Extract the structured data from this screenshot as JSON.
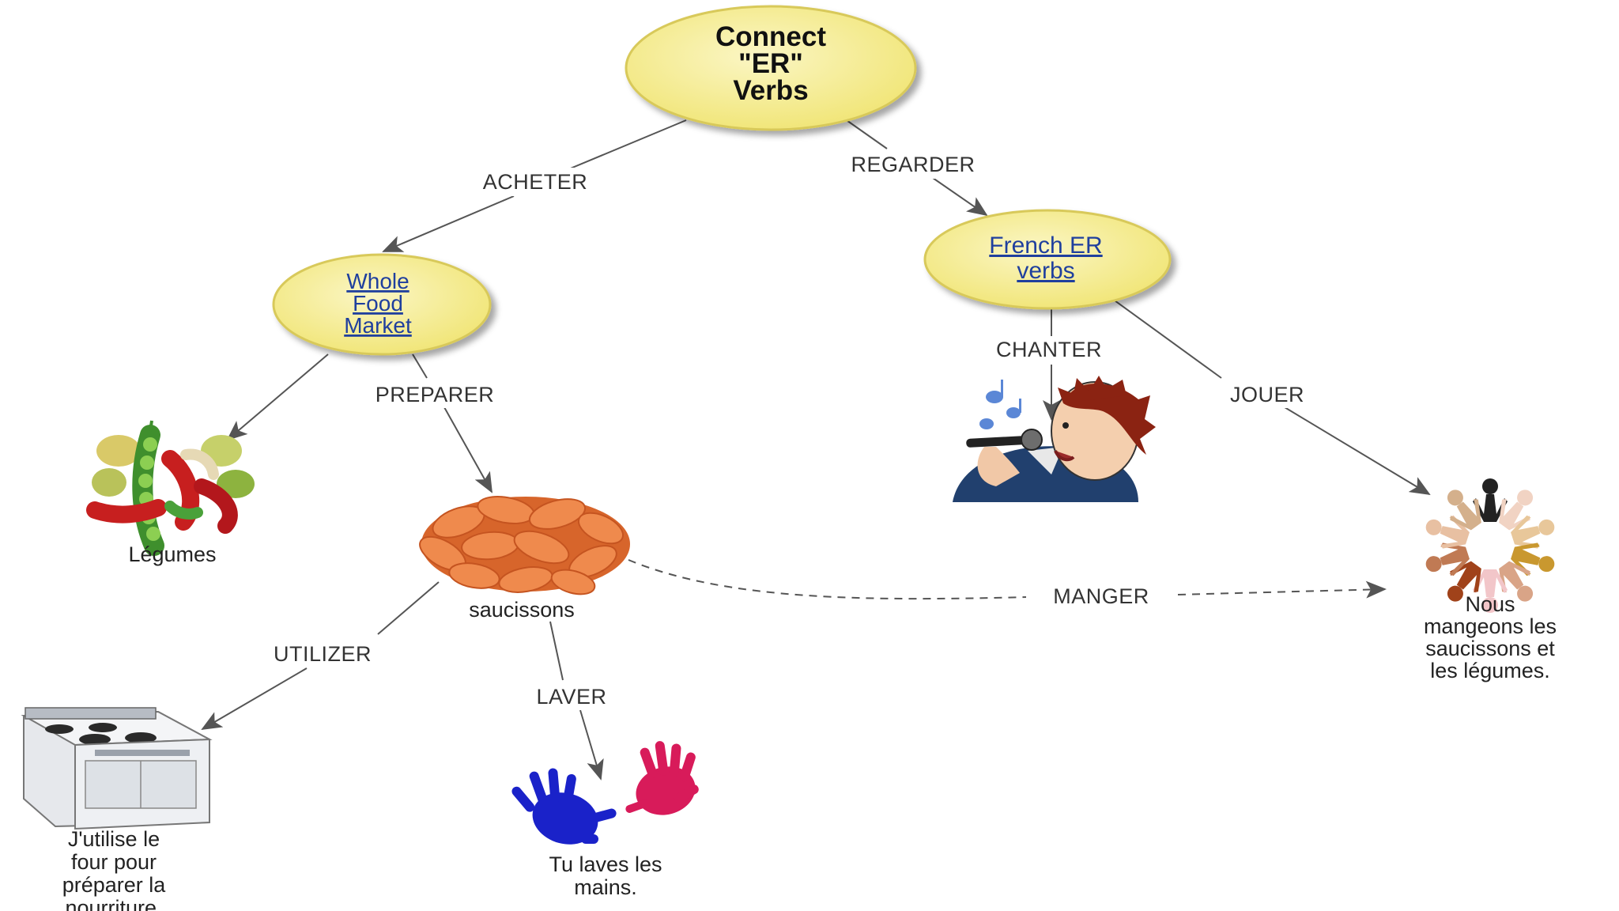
{
  "nodes": {
    "root": {
      "lines": [
        "Connect",
        "\"ER\"",
        "Verbs"
      ]
    },
    "whole_food": {
      "lines": [
        "Whole",
        "Food",
        "Market"
      ]
    },
    "french_er": {
      "lines": [
        "French ER",
        "verbs"
      ]
    }
  },
  "links": {
    "acheter": "ACHETER",
    "regarder": "REGARDER",
    "chanter": "CHANTER",
    "jouer": "JOUER",
    "preparer": "PREPARER",
    "manger": "MANGER",
    "utilizer": "UTILIZER",
    "laver": "LAVER"
  },
  "captions": {
    "legumes": [
      "Légumes"
    ],
    "saucissons": [
      "saucissons"
    ],
    "nous": [
      "Nous",
      "mangeons les",
      "saucissons et",
      "les légumes."
    ],
    "four": [
      "J'utilise le",
      "four pour",
      "préparer la",
      "nourriture."
    ],
    "mains": [
      "Tu laves les",
      "mains."
    ]
  },
  "images": {
    "vegetables": "vegetables-picture",
    "sausages": "sausages-picture",
    "singer": "singer-picture",
    "people_circle": "people-circle-picture",
    "stove": "stove-picture",
    "hands": "hand-prints-picture"
  },
  "colors": {
    "node_fill": "#f6ee9c",
    "node_stroke": "#d8c95a",
    "link_color": "#1f3f9e",
    "line_color": "#555555"
  }
}
